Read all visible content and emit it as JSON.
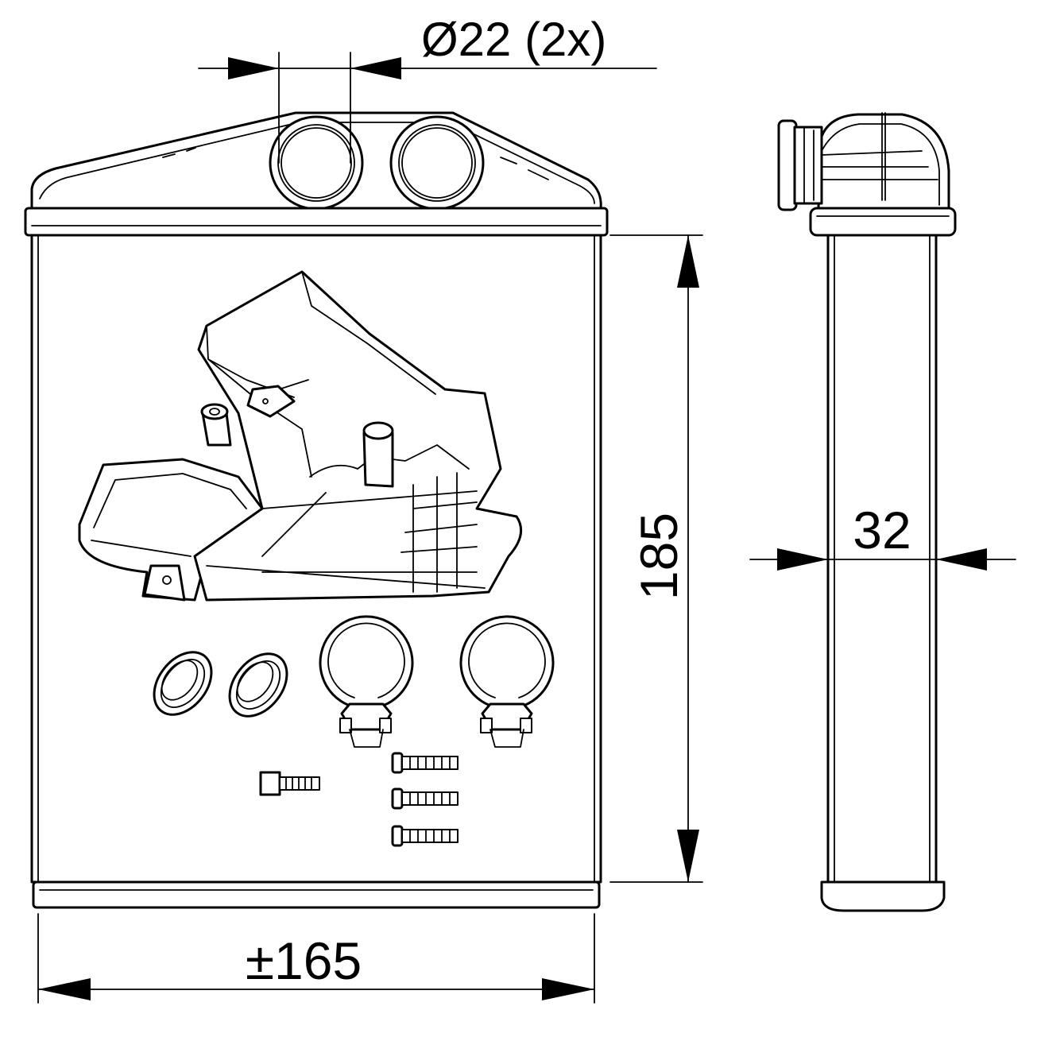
{
  "dimensions": {
    "pipe_diameter": "Ø22 (2x)",
    "height": "185",
    "width": "±165",
    "depth": "32"
  }
}
